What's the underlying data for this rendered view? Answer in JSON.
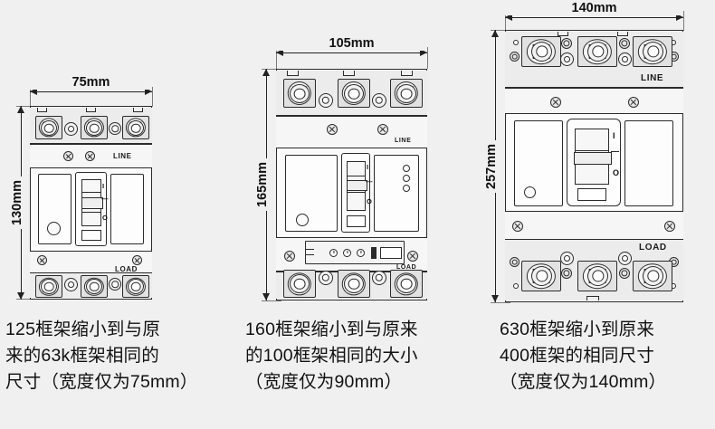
{
  "page": {
    "background_color": "#f0f0f0",
    "line_color": "#2b2b2b",
    "text_color": "#111111"
  },
  "products": [
    {
      "id": "breaker-125",
      "width_dim": "75mm",
      "height_dim": "130mm",
      "line_label": "LINE",
      "load_label": "LOAD",
      "toggle_marks": {
        "on": "I",
        "mid": "—",
        "off": "O"
      },
      "caption": "125框架缩小到与原\n来的63k框架相同的\n尺寸（宽度仅为75mm）"
    },
    {
      "id": "breaker-160",
      "width_dim": "105mm",
      "height_dim": "165mm",
      "line_label": "LINE",
      "load_label": "LOAD",
      "toggle_marks": {
        "on": "I",
        "mid": "—",
        "off": "O"
      },
      "caption": "160框架缩小到与原来\n的100框架相同的大小\n（宽度仅为90mm）"
    },
    {
      "id": "breaker-630",
      "width_dim": "140mm",
      "height_dim": "257mm",
      "line_label": "LINE",
      "load_label": "LOAD",
      "toggle_marks": {
        "on": "I",
        "mid": "—",
        "off": "O"
      },
      "caption": "630框架缩小到原来\n400框架的相同尺寸\n（宽度仅为140mm）"
    }
  ]
}
